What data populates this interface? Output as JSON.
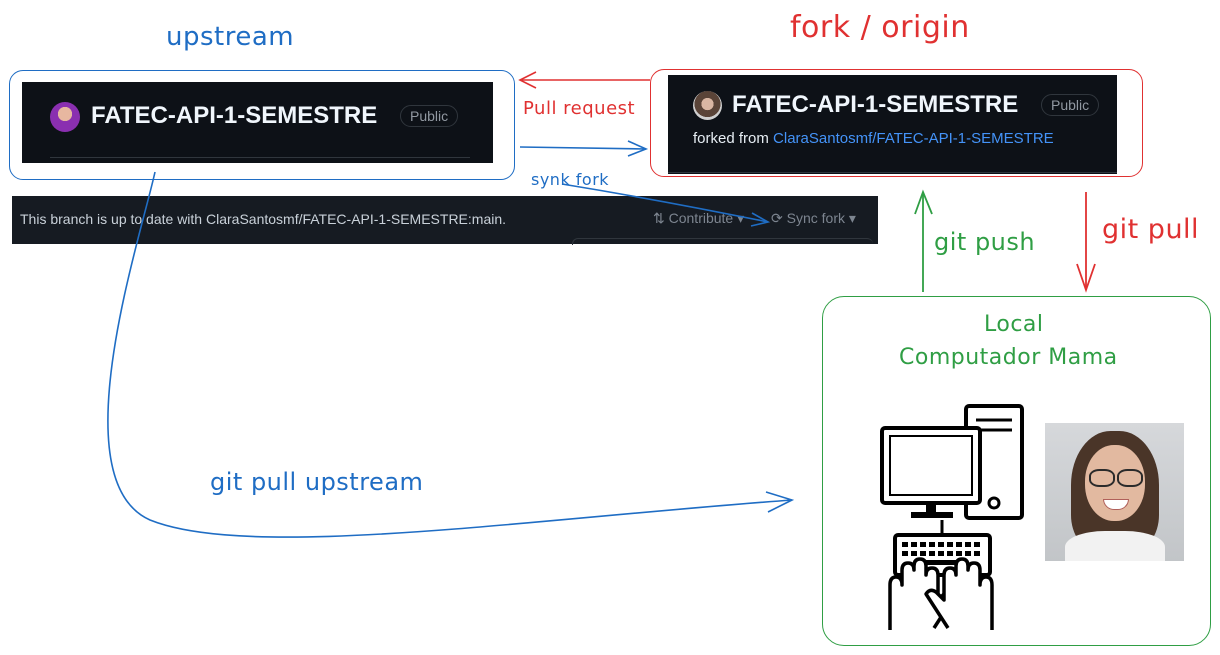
{
  "labels": {
    "upstream": "upstream",
    "fork_origin": "fork / origin",
    "pull_request": "Pull request",
    "synk_fork": "synk fork",
    "git_push": "git push",
    "git_pull": "git pull",
    "git_pull_upstream": "git pull upstream",
    "local_line1": "Local",
    "local_line2": "Computador Mama"
  },
  "upstream_repo": {
    "name": "FATEC-API-1-SEMESTRE",
    "visibility": "Public"
  },
  "fork_repo": {
    "name": "FATEC-API-1-SEMESTRE",
    "visibility": "Public",
    "forked_prefix": "forked from",
    "forked_link": "ClaraSantosmf/FATEC-API-1-SEMESTRE"
  },
  "branch_bar": {
    "status": "This branch is up to date with ClaraSantosmf/FATEC-API-1-SEMESTRE:main.",
    "contribute": "Contribute",
    "sync_fork": "Sync fork"
  },
  "colors": {
    "upstream": "#1f6dc4",
    "origin": "#e03131",
    "local": "#2f9e44",
    "github_dark": "#0d1117",
    "link": "#4493f8"
  },
  "icons": [
    "avatar-upstream",
    "avatar-fork",
    "git-pull-request-icon",
    "sync-icon",
    "chevron-down-icon",
    "computer-icon",
    "keyboard-hands-icon",
    "user-photo"
  ]
}
